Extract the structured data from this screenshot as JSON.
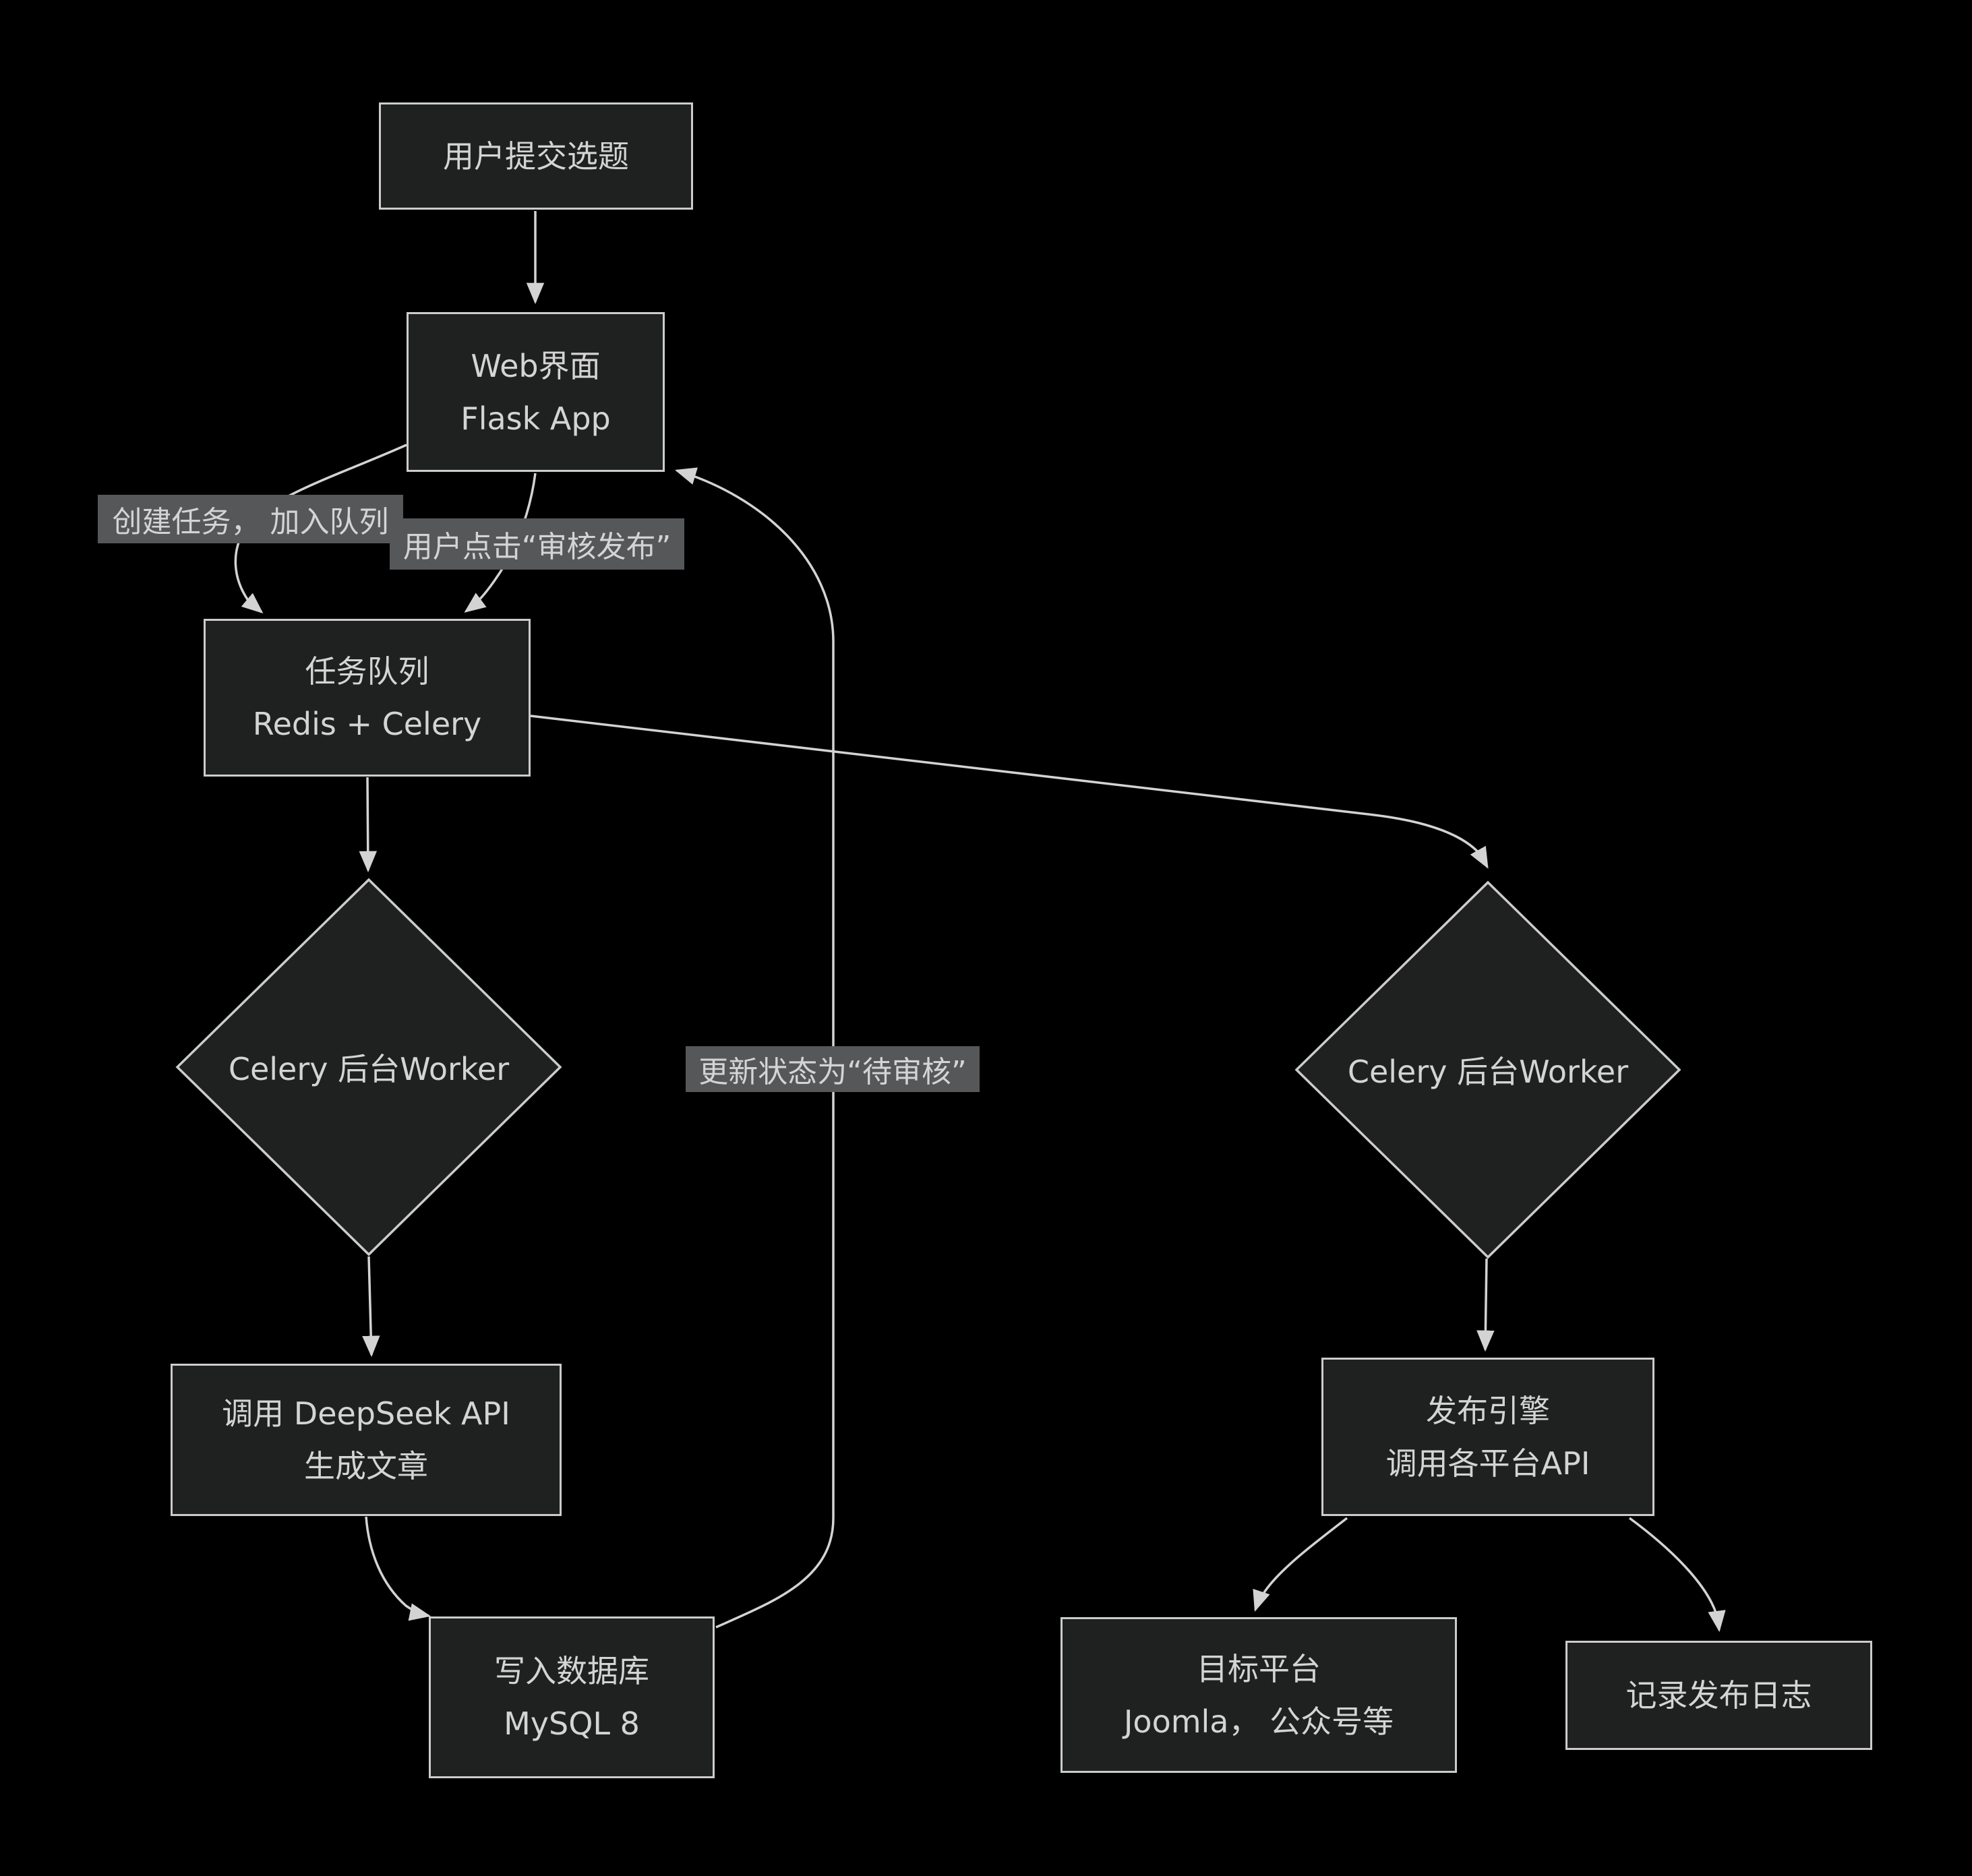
{
  "diagram": {
    "type": "flowchart",
    "colors": {
      "background": "#000000",
      "node_fill": "#1f2020",
      "node_border": "#cccccc",
      "text_color": "#d4d4d4",
      "edge_color": "#d3d3d3",
      "edge_label_bg": "#565758",
      "edge_label_text": "#d4d4d4"
    }
  },
  "nodes": {
    "user_submit": {
      "label": "用户提交选题"
    },
    "web_ui": {
      "line1": "Web界面",
      "line2": "Flask App"
    },
    "task_queue": {
      "line1": "任务队列",
      "line2": "Redis + Celery"
    },
    "worker_left": {
      "label": "Celery 后台Worker"
    },
    "worker_right": {
      "label": "Celery 后台Worker"
    },
    "deepseek": {
      "line1": "调用 DeepSeek API",
      "line2": "生成文章"
    },
    "mysql": {
      "line1": "写入数据库",
      "line2": "MySQL 8"
    },
    "publish_engine": {
      "line1": "发布引擎",
      "line2": "调用各平台API"
    },
    "platforms": {
      "line1": "目标平台",
      "line2": "Joomla， 公众号等"
    },
    "publish_log": {
      "label": "记录发布日志"
    }
  },
  "edge_labels": {
    "create_task": "创建任务， 加入队列",
    "review_publish": "用户点击“审核发布”",
    "update_status": "更新状态为“待审核”"
  }
}
